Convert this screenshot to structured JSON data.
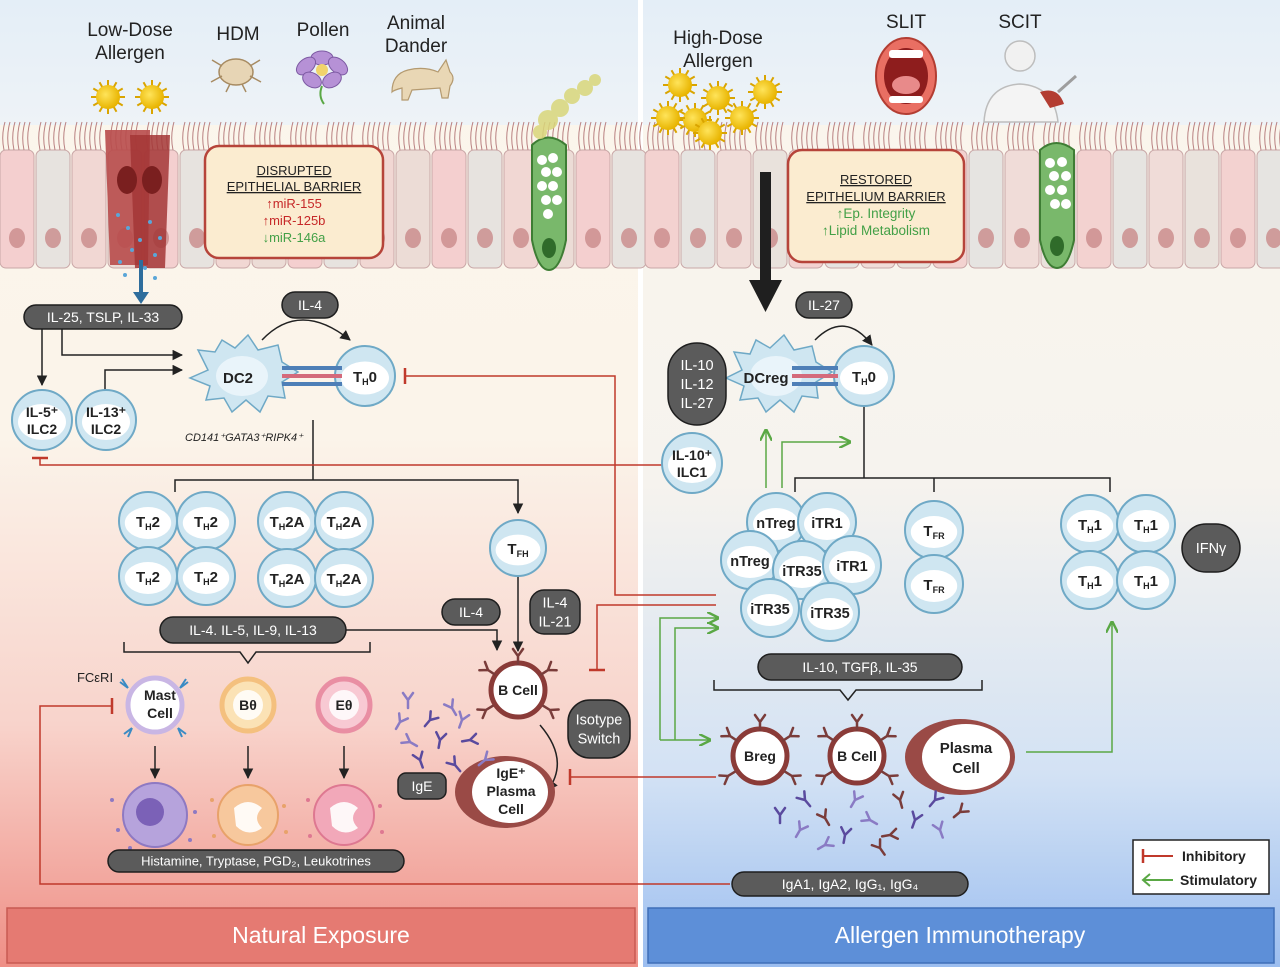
{
  "left": {
    "allergen_label_line1": "Low-Dose",
    "allergen_label_line2": "Allergen",
    "hdm_label": "HDM",
    "pollen_label": "Pollen",
    "dander_line1": "Animal",
    "dander_line2": "Dander",
    "barrier_title_line1": "DISRUPTED",
    "barrier_title_line2": "EPITHELIAL BARRIER",
    "barrier_items": [
      "↑miR-155",
      "↑miR-125b",
      "↓miR-146a"
    ],
    "cytokines_top": "IL-25, TSLP, IL-33",
    "il4_top": "IL-4",
    "dc2_label": "DC2",
    "th0_label": "TH0",
    "dc_markers": "CD141⁺GATA3⁺RIPK4⁺",
    "ilc_il5_line1": "IL-5⁺",
    "ilc_il5_line2": "ILC2",
    "ilc_il13_line1": "IL-13⁺",
    "ilc_il13_line2": "ILC2",
    "th2_label": "TH2",
    "th2a_label": "TH2A",
    "tfh_label": "TFH",
    "il4_mid": "IL-4",
    "il4_il21_line1": "IL-4",
    "il4_il21_line2": "IL-21",
    "th2_cytokines": "IL-4. IL-5, IL-9, IL-13",
    "fcer_label": "FCεRI",
    "mast_line1": "Mast",
    "mast_line2": "Cell",
    "b0_label": "Bθ",
    "e0_label": "Eθ",
    "bcell_label": "B Cell",
    "isotype_line1": "Isotype",
    "isotype_line2": "Switch",
    "ige_label": "IgE",
    "ige_plasma_line1": "IgE⁺",
    "ige_plasma_line2": "Plasma",
    "ige_plasma_line3": "Cell",
    "mediators": "Histamine, Tryptase, PGD₂, Leukotrines",
    "footer": "Natural Exposure"
  },
  "right": {
    "allergen_label_line1": "High-Dose",
    "allergen_label_line2": "Allergen",
    "slit_label": "SLIT",
    "scit_label": "SCIT",
    "barrier_title_line1": "RESTORED",
    "barrier_title_line2": "EPITHELIUM BARRIER",
    "barrier_items": [
      "↑Ep. Integrity",
      "↑Lipid Metabolism"
    ],
    "il27_top": "IL-27",
    "dcreg_label": "DCreg",
    "th0_label": "TH0",
    "dc_cytokines": [
      "IL-10",
      "IL-12",
      "IL-27"
    ],
    "ilc1_line1": "IL-10⁺",
    "ilc1_line2": "ILC1",
    "treg_cells": [
      "nTreg",
      "iTR1",
      "nTreg",
      "iTR35",
      "iTR1",
      "iTR35",
      "iTR35"
    ],
    "tfr_label": "TFR",
    "th1_label": "TH1",
    "ifn_label": "IFNγ",
    "treg_cytokines": "IL-10, TGFβ, IL-35",
    "breg_label": "Breg",
    "bcell_label": "B Cell",
    "plasma_line1": "Plasma",
    "plasma_line2": "Cell",
    "antibodies": "IgA1, IgA2, IgG₁, IgG₄",
    "footer": "Allergen Immunotherapy"
  },
  "legend": {
    "inhibitory": "Inhibitory",
    "stimulatory": "Stimulatory"
  },
  "colors": {
    "inhibitory": "#c0392b",
    "stimulatory": "#5aa845",
    "cell_fill": "#cfe6f1",
    "cell_stroke": "#6fa9c6",
    "pill_fill": "#5b5b5b",
    "natural_footer": "#e07b72",
    "ait_footer": "#5b8fd6",
    "red_text": "#c62828",
    "green_text": "#43a047"
  }
}
